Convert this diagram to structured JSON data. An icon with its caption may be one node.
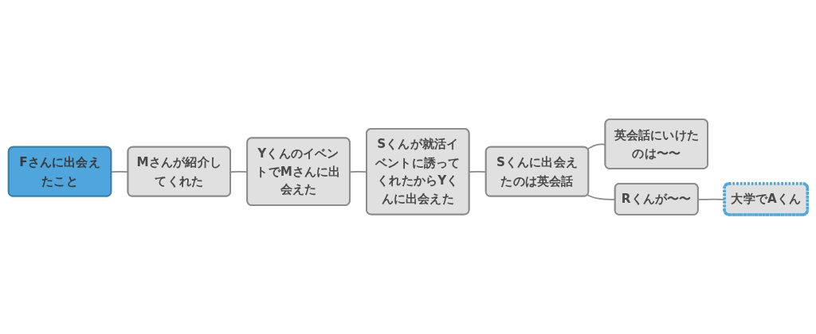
{
  "diagram": {
    "nodes": [
      {
        "text": [
          "Fさんに出会えたこと"
        ]
      },
      {
        "text": [
          "Mさんが紹介してくれた"
        ]
      },
      {
        "text": [
          "YくんのイベントでMさんに出会えた"
        ]
      },
      {
        "text": [
          "Sくんが就活イベントに誘ってくれたからYくんに出会えた"
        ]
      },
      {
        "text": [
          "Sくんに出会えたのは英会話"
        ]
      },
      {
        "text": [
          "英会話にいけたのは〜〜"
        ]
      },
      {
        "text": [
          "Rくんが〜〜"
        ]
      },
      {
        "text": [
          "大学でAくん"
        ]
      }
    ],
    "edges": [
      {
        "from": 0,
        "to": 1,
        "arrow": "none"
      },
      {
        "from": 1,
        "to": 2,
        "arrow": "none"
      },
      {
        "from": 2,
        "to": 3,
        "arrow": "none"
      },
      {
        "from": 3,
        "to": 4,
        "arrow": "none"
      },
      {
        "from": 4,
        "to": 5,
        "arrow": "none"
      },
      {
        "from": 4,
        "to": 6,
        "arrow": "none"
      },
      {
        "from": 6,
        "to": 7,
        "arrow": "none"
      }
    ]
  }
}
